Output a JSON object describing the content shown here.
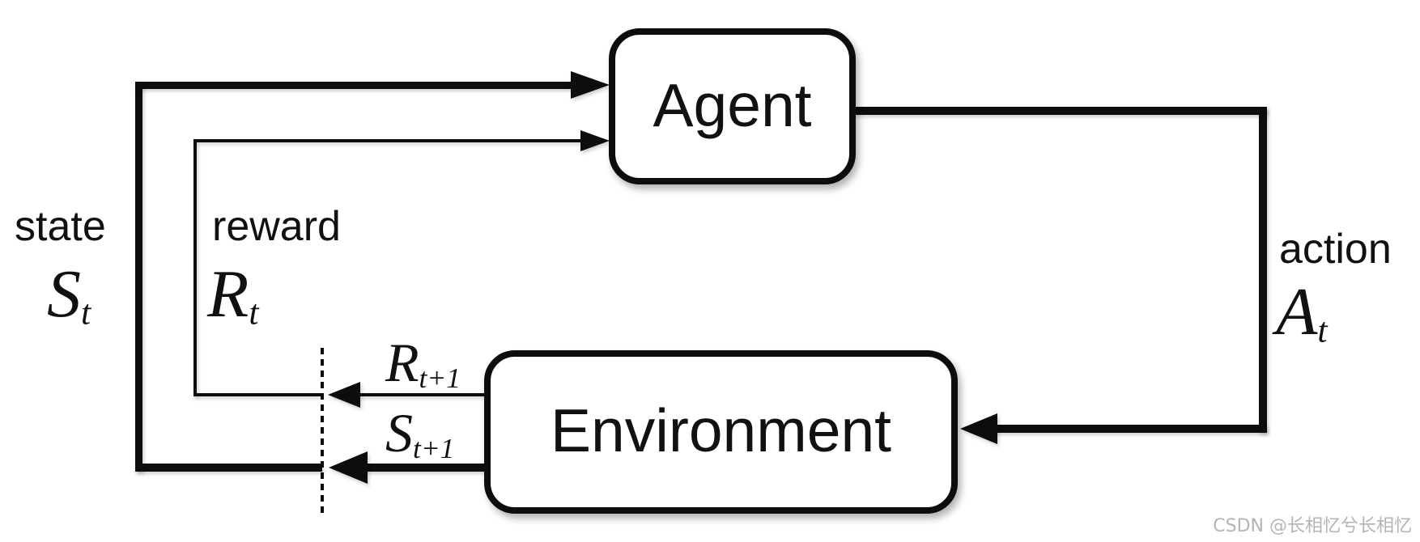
{
  "nodes": {
    "agent": {
      "label": "Agent"
    },
    "environment": {
      "label": "Environment"
    }
  },
  "edges": {
    "state": {
      "word": "state",
      "sym": "S",
      "sub": "t"
    },
    "reward": {
      "word": "reward",
      "sym": "R",
      "sub": "t"
    },
    "action": {
      "word": "action",
      "sym": "A",
      "sub": "t"
    },
    "reward_next": {
      "sym": "R",
      "sub": "t+1"
    },
    "state_next": {
      "sym": "S",
      "sub": "t+1"
    }
  },
  "colors": {
    "ink": "#0d0d0d",
    "background": "#ffffff",
    "watermark_gray": "#b4b4b4"
  },
  "watermark": {
    "text": "CSDN @长相忆兮长相忆"
  }
}
